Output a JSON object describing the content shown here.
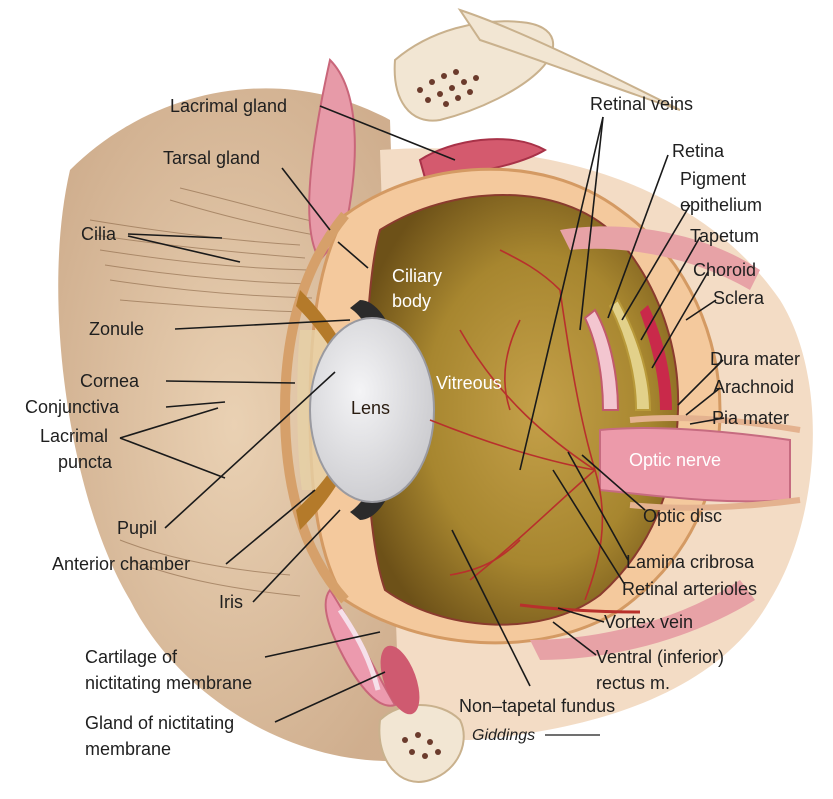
{
  "labels": {
    "lacrimal_gland": "Lacrimal gland",
    "tarsal_gland": "Tarsal gland",
    "cilia": "Cilia",
    "zonule": "Zonule",
    "cornea": "Cornea",
    "conjunctiva": "Conjunctiva",
    "lacrimal_puncta_1": "Lacrimal",
    "lacrimal_puncta_2": "puncta",
    "pupil": "Pupil",
    "anterior_chamber": "Anterior chamber",
    "iris": "Iris",
    "cartilage_1": "Cartilage of",
    "cartilage_2": "nictitating membrane",
    "gland_nict_1": "Gland of nictitating",
    "gland_nict_2": "membrane",
    "ciliary_body_1": "Ciliary",
    "ciliary_body_2": "body",
    "lens": "Lens",
    "vitreous": "Vitreous",
    "retinal_veins": "Retinal veins",
    "retina": "Retina",
    "pigment_1": "Pigment",
    "pigment_2": "epithelium",
    "tapetum": "Tapetum",
    "choroid": "Choroid",
    "sclera": "Sclera",
    "dura_mater": "Dura mater",
    "arachnoid": "Arachnoid",
    "pia_mater": "Pia mater",
    "optic_nerve": "Optic nerve",
    "optic_disc": "Optic disc",
    "lamina_cribrosa": "Lamina cribrosa",
    "retinal_arterioles": "Retinal arterioles",
    "vortex_vein": "Vortex vein",
    "ventral_1": "Ventral (inferior)",
    "ventral_2": "rectus m.",
    "non_tapetal": "Non–tapetal fundus"
  },
  "signature": "Giddings",
  "colors": {
    "vitreous": "#9a7a2c",
    "sclera": "#f2c79a",
    "skin": "#d9b48e",
    "nerve": "#e99aa8",
    "vessel": "#b8302c",
    "lens": "#e3e3e6"
  }
}
